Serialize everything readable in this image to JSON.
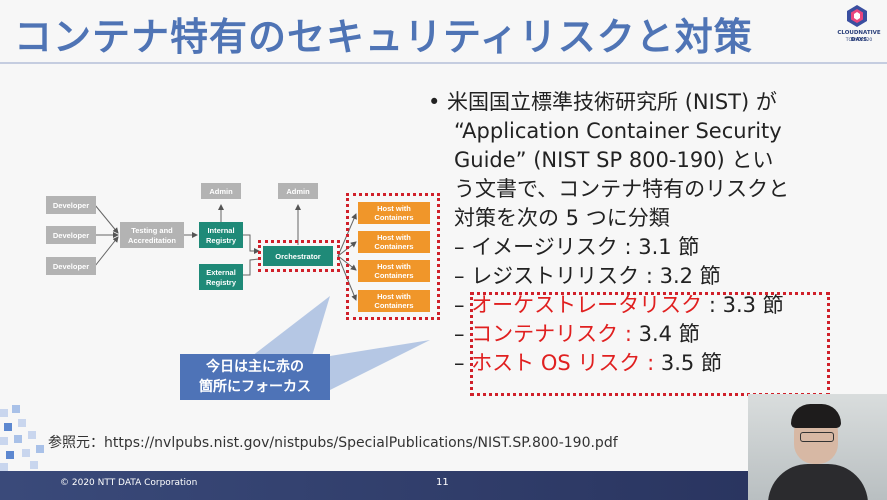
{
  "slide": {
    "title": "コンテナ特有のセキュリティリスクと対策",
    "page_number": "11",
    "copyright": "© 2020 NTT DATA Corporation",
    "reference": "参照元：https://nvlpubs.nist.gov/nistpubs/SpecialPublications/NIST.SP.800-190.pdf"
  },
  "logo": {
    "name": "CLOUDNATIVE DAYS",
    "sub": "TOKYO2020"
  },
  "diagram": {
    "developers": [
      "Developer",
      "Developer",
      "Developer"
    ],
    "testing": [
      "Testing and",
      "Accreditation"
    ],
    "internal_registry": [
      "Internal",
      "Registry"
    ],
    "external_registry": [
      "External",
      "Registry"
    ],
    "admin_left": "Admin",
    "admin_right": "Admin",
    "orchestrator": "Orchestrator",
    "hosts": [
      [
        "Host with",
        "Containers"
      ],
      [
        "Host with",
        "Containers"
      ],
      [
        "Host with",
        "Containers"
      ],
      [
        "Host with",
        "Containers"
      ]
    ]
  },
  "callout": {
    "line1": "今日は主に赤の",
    "line2": "箇所にフォーカス"
  },
  "bullets": {
    "intro": [
      "• 米国国立標準技術研究所 (NIST) が",
      "“Application Container Security",
      "Guide” (NIST SP 800-190) とい",
      "う文書で、コンテナ特有のリスクと",
      "対策を次の 5 つに分類"
    ],
    "items": [
      {
        "prefix": "– ",
        "label": "イメージリスク",
        "suffix": " : 3.1 節"
      },
      {
        "prefix": "– ",
        "label": "レジストリリスク",
        "suffix": " : 3.2 節"
      },
      {
        "prefix": "– ",
        "label": "オーケストレータリスク",
        "suffix": " : 3.3 節"
      },
      {
        "prefix": "– ",
        "label": "コンテナリスク : ",
        "suffix": "3.4 節"
      },
      {
        "prefix": "– ",
        "label": "ホスト OS リスク : ",
        "suffix": "3.5 節"
      }
    ]
  },
  "colors": {
    "title": "#4f74b5",
    "highlight_red": "#e02020",
    "teal_box": "#1f8a78",
    "orange_box": "#f0962a",
    "gray_box": "#b0b0b0",
    "callout_bg": "#4e73b7"
  }
}
